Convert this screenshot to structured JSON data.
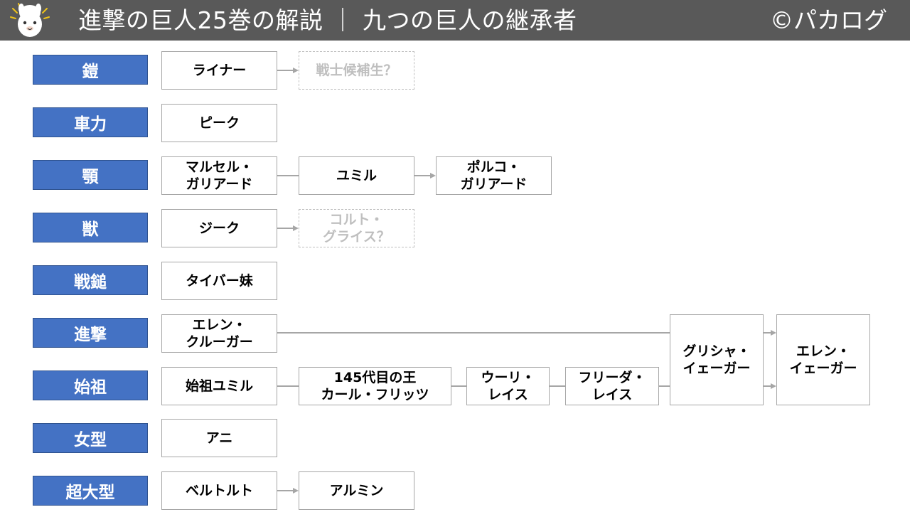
{
  "header": {
    "title": "進撃の巨人25巻の解説 ｜ 九つの巨人の継承者",
    "credit": "©パカログ"
  },
  "rows": {
    "armored": {
      "label": "鎧",
      "nodes": {
        "reiner": "ライナー",
        "candidate": "戦士候補生？"
      }
    },
    "cart": {
      "label": "車力",
      "nodes": {
        "pieck": "ピーク"
      }
    },
    "jaw": {
      "label": "顎",
      "nodes": {
        "marcel": "マルセル・\nガリアード",
        "ymir": "ユミル",
        "porco": "ポルコ・\nガリアード"
      }
    },
    "beast": {
      "label": "獣",
      "nodes": {
        "zeke": "ジーク",
        "colt": "コルト・\nグライス？"
      }
    },
    "warhammer": {
      "label": "戦鎚",
      "nodes": {
        "tybur": "タイバー妹"
      }
    },
    "attack": {
      "label": "進撃",
      "nodes": {
        "kruger": "エレン・\nクルーガー"
      }
    },
    "founding": {
      "label": "始祖",
      "nodes": {
        "ymir_fritz": "始祖ユミル",
        "karl": "145代目の王\nカール・フリッツ",
        "uri": "ウーリ・\nレイス",
        "frieda": "フリーダ・\nレイス"
      }
    },
    "shared": {
      "nodes": {
        "grisha": "グリシャ・\nイェーガー",
        "eren": "エレン・\nイェーガー"
      }
    },
    "female": {
      "label": "女型",
      "nodes": {
        "annie": "アニ"
      }
    },
    "colossal": {
      "label": "超大型",
      "nodes": {
        "bertolt": "ベルトルト",
        "armin": "アルミン"
      }
    }
  }
}
